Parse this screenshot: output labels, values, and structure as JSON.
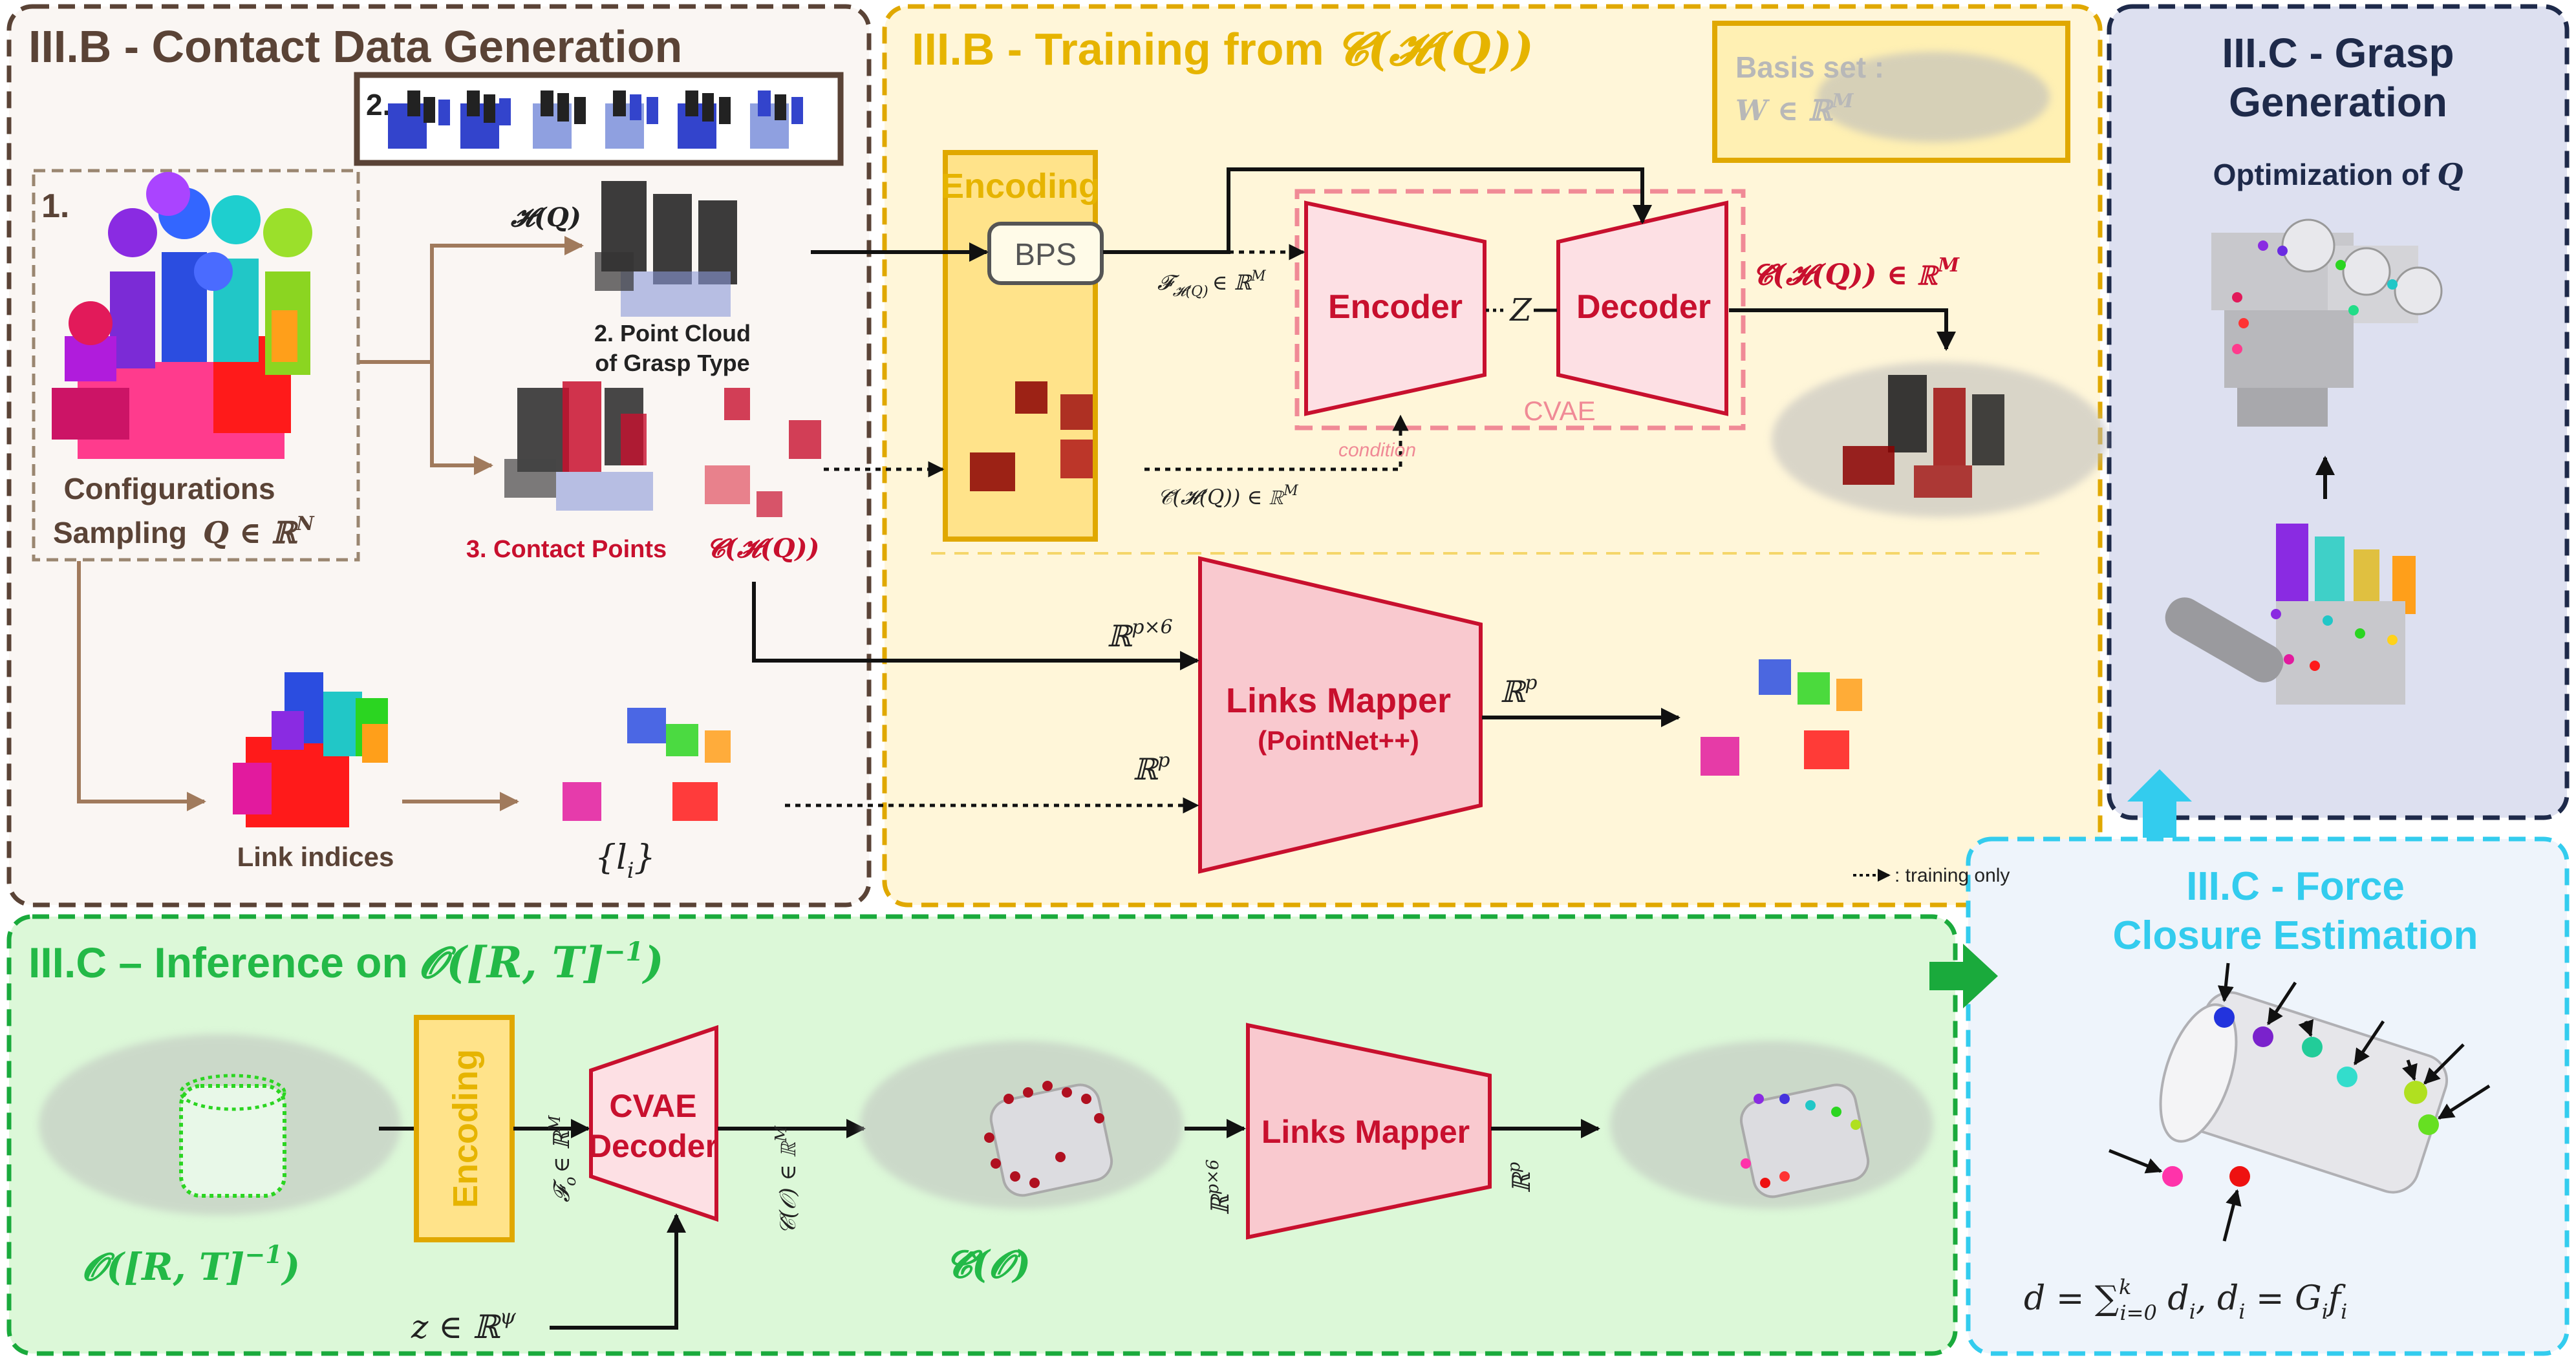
{
  "colors": {
    "brown": "#5a4336",
    "arrow_brown": "#a07a5c",
    "gold": "#e0a800",
    "gold_text": "#e6b400",
    "green": "#1aaa3c",
    "green_text": "#23b947",
    "navy": "#1e2a4a",
    "cyan": "#33ccee",
    "red": "#c8102e",
    "pink_fill": "#f9c9cf",
    "dark_red": "#b01020"
  },
  "panel_contact": {
    "title": "III.B - Contact Data Generation",
    "step1": "1.",
    "step2": "2.",
    "config_line1": "Configurations",
    "config_line2": "Sampling",
    "config_math": "Q ∈ ℝ",
    "config_sup": "N",
    "hq_label": "𝓗(Q)",
    "pc_line1": "2. Point Cloud",
    "pc_line2": "of Grasp Type",
    "contact_points": "3. Contact Points",
    "chq_label": "𝓒(𝓗(Q))",
    "link_indices": "Link indices",
    "li_label": "{l",
    "li_sub": "i",
    "li_close": "}"
  },
  "panel_training": {
    "title_prefix": "III.B - Training from",
    "title_math": "𝓒(𝓗(Q))",
    "basis_line1": "Basis set :",
    "basis_math": "W ∈ ℝ",
    "basis_sup": "M",
    "encoding": "Encoding",
    "bps": "BPS",
    "fh_label": "𝓕",
    "fh_sub": "𝓗(Q)",
    "fh_rest": "∈ ℝ",
    "fh_sup": "M",
    "encoder": "Encoder",
    "z_label": "Z",
    "decoder": "Decoder",
    "cvae": "CVAE",
    "condition": "condition",
    "chat_label": "𝓒̂(𝓗(Q)) ∈ ℝ",
    "chat_sup": "M",
    "ctilde_label": "𝒞̃(𝓗(Q)) ∈ ℝ",
    "ctilde_sup": "M",
    "rp6": "ℝ",
    "rp6_sup": "p×6",
    "links_mapper": "Links Mapper",
    "pointnet": "(PointNet++)",
    "rp_out": "ℝ",
    "rp_out_sup": "p",
    "rp_in": "ℝ",
    "rp_in_sup": "p",
    "training_only": ": training only"
  },
  "panel_grasp": {
    "title_line1": "III.C - Grasp",
    "title_line2": "Generation",
    "subtitle": "Optimization of",
    "subtitle_math": "Q"
  },
  "panel_inference": {
    "title_prefix": "III.C – Inference on",
    "title_math": "𝓞([R, T]",
    "title_sup": "−1",
    "title_close": ")",
    "obj_label": "𝓞([R, T]",
    "obj_sup": "−1",
    "obj_close": ")",
    "encoding": "Encoding",
    "fo_label": "𝓕",
    "fo_sub": "o",
    "fo_rest": "∈ ℝ",
    "fo_sup": "M",
    "cvae_line1": "CVAE",
    "cvae_line2": "Decoder",
    "co_label": "𝒞̂(𝒪) ∈ ℝ",
    "co_sup": "M",
    "z_label": "z ∈ ℝ",
    "z_sup": "ψ",
    "chat_o": "𝓒̂(𝓞)",
    "rp6": "ℝ",
    "rp6_sup": "p×6",
    "links_mapper": "Links Mapper",
    "rp": "ℝ",
    "rp_sup": "p"
  },
  "panel_force": {
    "title_line1": "III.C - Force",
    "title_line2": "Closure Estimation",
    "formula_left": "d = ∑",
    "formula_sup": "k",
    "formula_sub": "i=0",
    "formula_mid": " d",
    "formula_mid_sub": "i",
    "formula_right": ",   d",
    "formula_right_sub": "i",
    "formula_end": " = G",
    "formula_end_sub": "i",
    "formula_f": "f",
    "formula_f_sub": "i"
  }
}
